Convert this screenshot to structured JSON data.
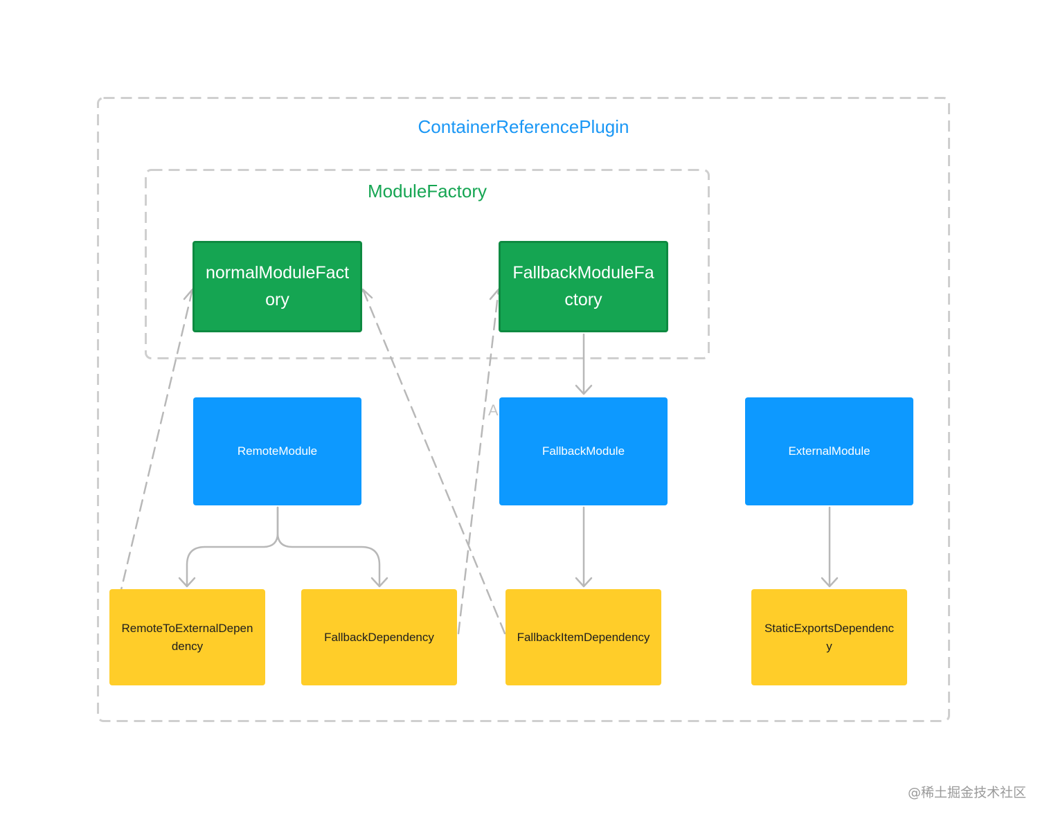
{
  "colors": {
    "container_title": "#1a97f5",
    "factory_title": "#15a552",
    "factory_node": "#15a552",
    "module_node": "#0d99ff",
    "dependency_node": "#ffcd29",
    "edge": "#b8b8b8",
    "group_border": "#cfcfcf"
  },
  "groups": {
    "outer": {
      "title": "ContainerReferencePlugin"
    },
    "inner": {
      "title": "ModuleFactory"
    }
  },
  "nodes": {
    "normal_module_factory": "normalModuleFactory",
    "fallback_module_factory": "FallbackModuleFactory",
    "remote_module": "RemoteModule",
    "fallback_module": "FallbackModule",
    "external_module": "ExternalModule",
    "remote_to_external_dependency": "RemoteToExternalDependency",
    "fallback_dependency": "FallbackDependency",
    "fallback_item_dependency": "FallbackItemDependency",
    "static_exports_dependency": "StaticExportsDependency"
  },
  "edge_label": "A",
  "watermark": "@稀土掘金技术社区"
}
